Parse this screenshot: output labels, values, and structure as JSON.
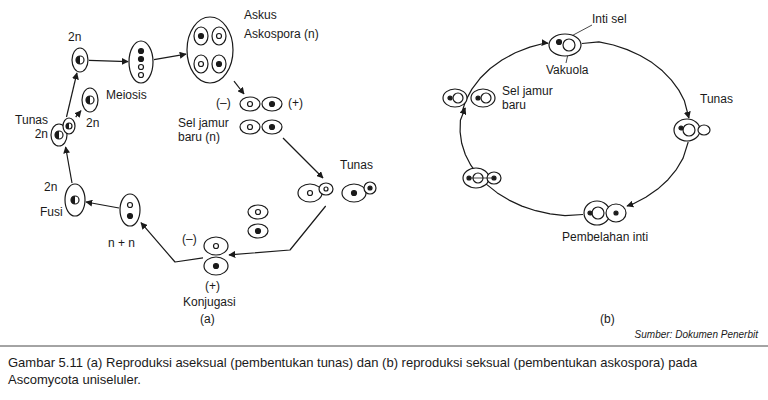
{
  "diagram": {
    "caption": "Gambar 5.11 (a) Reproduksi aseksual (pembentukan tunas) dan (b) reproduksi seksual (pembentukan askospora) pada Ascomycota uniseluler.",
    "nodes": [
      {
        "text": [
          "Tunas 2n"
        ]
      },
      {
        "text": [
          "2n"
        ]
      },
      {
        "text": [
          "2n"
        ]
      },
      {
        "text": [
          "Meiosis"
        ]
      },
      {
        "text": [
          "Askus",
          "Askospora (n)"
        ]
      },
      {
        "text": [
          "(–)",
          "(+)",
          "Sel jamur baru (n)"
        ]
      },
      {
        "text": [
          "Tunas"
        ]
      },
      {
        "text": [
          "(–)",
          "(+)",
          "Konjugasi"
        ]
      },
      {
        "text": [
          "n + n"
        ]
      },
      {
        "text": [
          "2n",
          "Fusi"
        ]
      },
      {
        "text": [
          "Inti sel",
          "Vakuola"
        ]
      },
      {
        "text": [
          "Tunas"
        ]
      },
      {
        "text": [
          "Pembelahan inti"
        ]
      },
      {
        "text": [
          "Sel jamur baru"
        ]
      }
    ],
    "edges": [
      {
        "from": 0,
        "to": 1,
        "arrow": "to"
      },
      {
        "from": 0,
        "to": 2,
        "arrow": "to"
      },
      {
        "from": 1,
        "to": 3,
        "arrow": "to"
      },
      {
        "from": 3,
        "to": 4,
        "arrow": "to"
      },
      {
        "from": 4,
        "to": 5,
        "arrow": "to"
      },
      {
        "from": 5,
        "to": 6,
        "arrow": "to"
      },
      {
        "from": 6,
        "to": 7,
        "arrow": "to"
      },
      {
        "from": 7,
        "to": 8,
        "arrow": "to"
      },
      {
        "from": 8,
        "to": 9,
        "arrow": "to"
      },
      {
        "from": 9,
        "to": 0,
        "arrow": "to"
      },
      {
        "from": 10,
        "to": 11,
        "arrow": "to"
      },
      {
        "from": 11,
        "to": 12,
        "arrow": "to"
      },
      {
        "from": 12,
        "to": 13,
        "arrow": "to"
      },
      {
        "from": 13,
        "to": 10,
        "arrow": "to"
      }
    ],
    "labels": [
      "(a)",
      "(b)",
      "Sumber: Dokumen Penerbit"
    ]
  }
}
